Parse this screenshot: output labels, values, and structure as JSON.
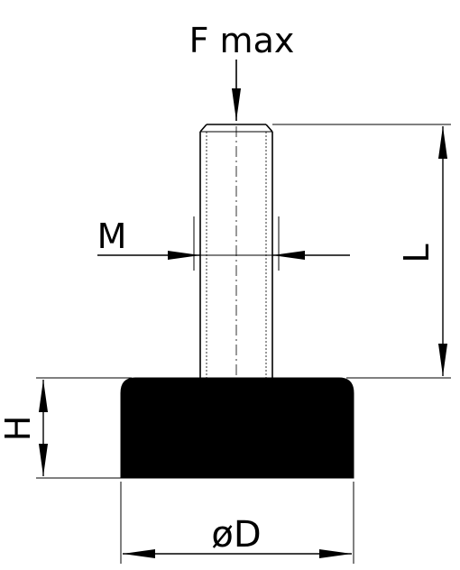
{
  "labels": {
    "force": "F max",
    "thread": "M",
    "length": "L",
    "height": "H",
    "diameter": "øD"
  },
  "colors": {
    "line": "#000000",
    "rubber": "#000000",
    "background": "#ffffff"
  }
}
